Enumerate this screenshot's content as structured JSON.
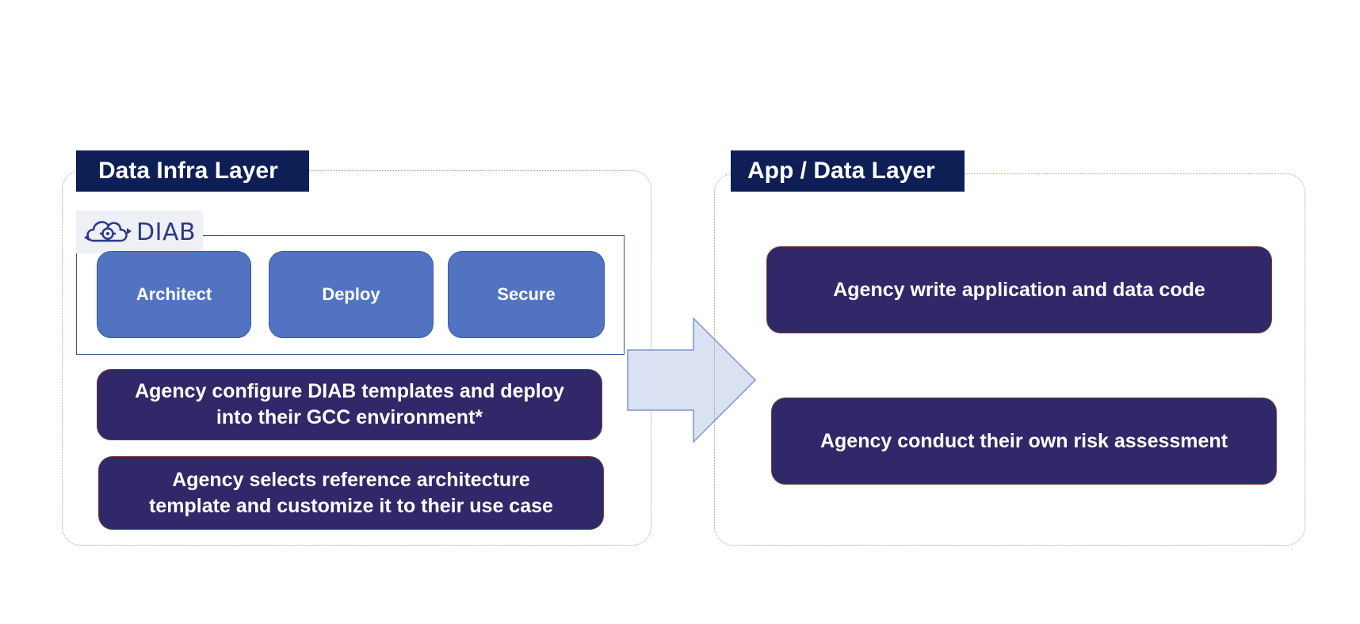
{
  "left_layer": {
    "title": "Data Infra Layer",
    "logo": {
      "text": "DIAB",
      "icon": "cloud-gear-icon"
    },
    "phases": [
      "Architect",
      "Deploy",
      "Secure"
    ],
    "steps": [
      "Agency configure DIAB templates and deploy\ninto their GCC environment*",
      "Agency selects reference architecture\ntemplate and customize it to their use case"
    ]
  },
  "right_layer": {
    "title": "App / Data Layer",
    "steps": [
      "Agency write application and data code",
      "Agency conduct their own risk assessment"
    ]
  },
  "colors": {
    "title_bg": "#0e1f55",
    "phase_bg": "#5173c1",
    "step_bg": "#302868",
    "arrow_fill": "#d9e1f2",
    "arrow_stroke": "#8096c8"
  }
}
